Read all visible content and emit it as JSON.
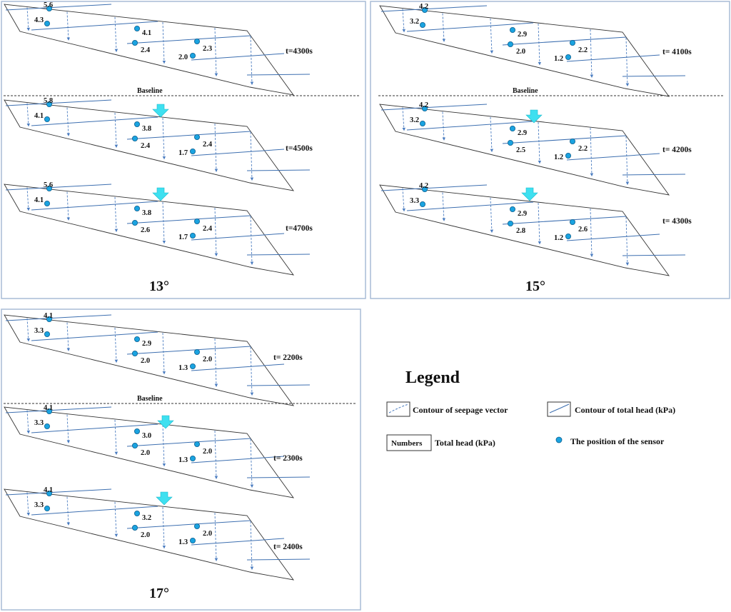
{
  "baseline_label": "Baseline",
  "colors": {
    "panel_border": "#a8bcd6",
    "slope_outline": "#333333",
    "head_line": "#3d6fb0",
    "seepage_line": "#4a7cc0",
    "sensor_fill": "#1aa3e0",
    "sensor_stroke": "#0d5f8f",
    "down_arrow": "#3ee0f0"
  },
  "panels": [
    {
      "angle_label": "13°",
      "rows": [
        {
          "time": "t=4300s",
          "sensors": [
            {
              "id": "s1",
              "label": "5.6"
            },
            {
              "id": "s2",
              "label": "4.3"
            },
            {
              "id": "s3",
              "label": "4.1"
            },
            {
              "id": "s4",
              "label": "2.4"
            },
            {
              "id": "s5",
              "label": "2.3"
            },
            {
              "id": "s6",
              "label": "2.0"
            }
          ]
        },
        {
          "time": "t=4500s",
          "sensors": [
            {
              "id": "s1",
              "label": "5.8"
            },
            {
              "id": "s2",
              "label": "4.1"
            },
            {
              "id": "s3",
              "label": "3.8"
            },
            {
              "id": "s4",
              "label": "2.4"
            },
            {
              "id": "s5",
              "label": "2.4"
            },
            {
              "id": "s6",
              "label": "1.7"
            }
          ]
        },
        {
          "time": "t=4700s",
          "sensors": [
            {
              "id": "s1",
              "label": "5.6"
            },
            {
              "id": "s2",
              "label": "4.1"
            },
            {
              "id": "s3",
              "label": "3.8"
            },
            {
              "id": "s4",
              "label": "2.6"
            },
            {
              "id": "s5",
              "label": "2.4"
            },
            {
              "id": "s6",
              "label": "1.7"
            }
          ]
        }
      ]
    },
    {
      "angle_label": "15°",
      "rows": [
        {
          "time": "t= 4100s",
          "sensors": [
            {
              "id": "s1",
              "label": "4.2"
            },
            {
              "id": "s2",
              "label": "3.2"
            },
            {
              "id": "s3",
              "label": "2.9"
            },
            {
              "id": "s4",
              "label": "2.0"
            },
            {
              "id": "s5",
              "label": "2.2"
            },
            {
              "id": "s6",
              "label": "1.2"
            }
          ]
        },
        {
          "time": "t= 4200s",
          "sensors": [
            {
              "id": "s1",
              "label": "4.2"
            },
            {
              "id": "s2",
              "label": "3.2"
            },
            {
              "id": "s3",
              "label": "2.9"
            },
            {
              "id": "s4",
              "label": "2.5"
            },
            {
              "id": "s5",
              "label": "2.2"
            },
            {
              "id": "s6",
              "label": "1.2"
            }
          ]
        },
        {
          "time": "t= 4300s",
          "sensors": [
            {
              "id": "s1",
              "label": "4.2"
            },
            {
              "id": "s2",
              "label": "3.3"
            },
            {
              "id": "s3",
              "label": "2.9"
            },
            {
              "id": "s4",
              "label": "2.8"
            },
            {
              "id": "s5",
              "label": "2.6"
            },
            {
              "id": "s6",
              "label": "1.2"
            }
          ]
        }
      ]
    },
    {
      "angle_label": "17°",
      "rows": [
        {
          "time": "t= 2200s",
          "sensors": [
            {
              "id": "s1",
              "label": "4.1"
            },
            {
              "id": "s2",
              "label": "3.3"
            },
            {
              "id": "s3",
              "label": "2.9"
            },
            {
              "id": "s4",
              "label": "2.0"
            },
            {
              "id": "s5",
              "label": "2.0"
            },
            {
              "id": "s6",
              "label": "1.3"
            }
          ]
        },
        {
          "time": "t= 2300s",
          "sensors": [
            {
              "id": "s1",
              "label": "4.1"
            },
            {
              "id": "s2",
              "label": "3.3"
            },
            {
              "id": "s3",
              "label": "3.0"
            },
            {
              "id": "s4",
              "label": "2.0"
            },
            {
              "id": "s5",
              "label": "2.0"
            },
            {
              "id": "s6",
              "label": "1.3"
            }
          ]
        },
        {
          "time": "t= 2400s",
          "sensors": [
            {
              "id": "s1",
              "label": "4.1"
            },
            {
              "id": "s2",
              "label": "3.3"
            },
            {
              "id": "s3",
              "label": "3.2"
            },
            {
              "id": "s4",
              "label": "2.0"
            },
            {
              "id": "s5",
              "label": "2.0"
            },
            {
              "id": "s6",
              "label": "1.3"
            }
          ]
        }
      ]
    }
  ],
  "legend": {
    "title": "Legend",
    "seepage_label": "Contour of seepage vector",
    "head_label": "Contour of total head (kPa)",
    "numbers_box": "Numbers",
    "numbers_label": "Total head (kPa)",
    "sensor_label": "The position of the sensor"
  }
}
